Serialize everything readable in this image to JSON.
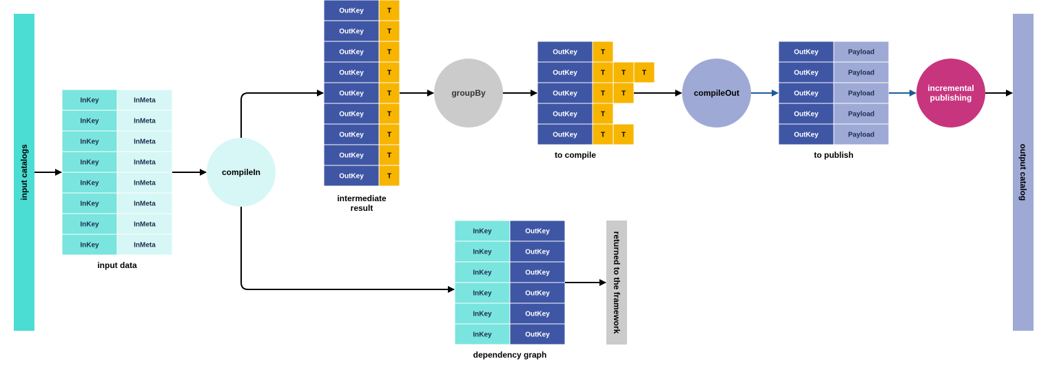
{
  "colors": {
    "teal_bar": "#4bdcd3",
    "teal_cell": "#79e5de",
    "light_teal_cell": "#d6f7f5",
    "navy": "#3f56a4",
    "gold": "#f7b500",
    "payload": "#9eaad5",
    "grey": "#cbcbcb",
    "compileOut": "#9eaad5",
    "magenta": "#c8357f",
    "compileIn": "#d6f7f5",
    "blue_arrow": "#1a5a99"
  },
  "sidebars": {
    "input": "input catalogs",
    "output": "output catalog",
    "framework": "returned to the framework"
  },
  "nodes": {
    "compileIn": "compileIn",
    "groupBy": "groupBy",
    "compileOut": "compileOut",
    "publishing_line1": "incremental",
    "publishing_line2": "publishing"
  },
  "captions": {
    "input_data": "input data",
    "intermediate_line1": "intermediate",
    "intermediate_line2": "result",
    "to_compile": "to compile",
    "to_publish": "to publish",
    "dependency_graph": "dependency graph"
  },
  "tables": {
    "input_data": {
      "col1": "InKey",
      "col2": "InMeta",
      "rows": [
        [
          "InKey",
          "InMeta"
        ],
        [
          "InKey",
          "InMeta"
        ],
        [
          "InKey",
          "InMeta"
        ],
        [
          "InKey",
          "InMeta"
        ],
        [
          "InKey",
          "InMeta"
        ],
        [
          "InKey",
          "InMeta"
        ],
        [
          "InKey",
          "InMeta"
        ],
        [
          "InKey",
          "InMeta"
        ]
      ]
    },
    "intermediate": {
      "rows": [
        [
          "OutKey",
          "T"
        ],
        [
          "OutKey",
          "T"
        ],
        [
          "OutKey",
          "T"
        ],
        [
          "OutKey",
          "T"
        ],
        [
          "OutKey",
          "T"
        ],
        [
          "OutKey",
          "T"
        ],
        [
          "OutKey",
          "T"
        ],
        [
          "OutKey",
          "T"
        ],
        [
          "OutKey",
          "T"
        ]
      ]
    },
    "to_compile": {
      "rows": [
        {
          "key": "OutKey",
          "ts": [
            "T"
          ]
        },
        {
          "key": "OutKey",
          "ts": [
            "T",
            "T",
            "T"
          ]
        },
        {
          "key": "OutKey",
          "ts": [
            "T",
            "T"
          ]
        },
        {
          "key": "OutKey",
          "ts": [
            "T"
          ]
        },
        {
          "key": "OutKey",
          "ts": [
            "T",
            "T"
          ]
        }
      ]
    },
    "to_publish": {
      "rows": [
        [
          "OutKey",
          "Payload"
        ],
        [
          "OutKey",
          "Payload"
        ],
        [
          "OutKey",
          "Payload"
        ],
        [
          "OutKey",
          "Payload"
        ],
        [
          "OutKey",
          "Payload"
        ]
      ]
    },
    "dependency_graph": {
      "rows": [
        [
          "InKey",
          "OutKey"
        ],
        [
          "InKey",
          "OutKey"
        ],
        [
          "InKey",
          "OutKey"
        ],
        [
          "InKey",
          "OutKey"
        ],
        [
          "InKey",
          "OutKey"
        ],
        [
          "InKey",
          "OutKey"
        ]
      ]
    }
  }
}
